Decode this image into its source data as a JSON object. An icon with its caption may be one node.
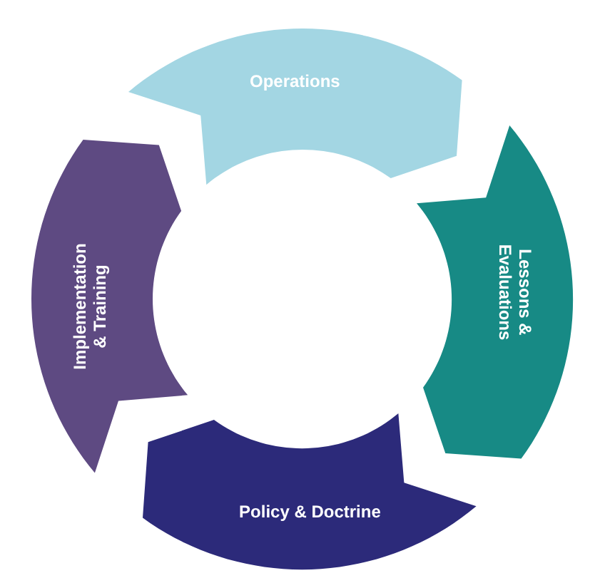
{
  "diagram": {
    "nodes": [
      {
        "text": [
          "Operations"
        ]
      },
      {
        "text": [
          "Lessons & Evaluations"
        ]
      },
      {
        "text": [
          "Policy & Doctrine"
        ]
      },
      {
        "text": [
          "Implementation & Training"
        ]
      }
    ]
  }
}
